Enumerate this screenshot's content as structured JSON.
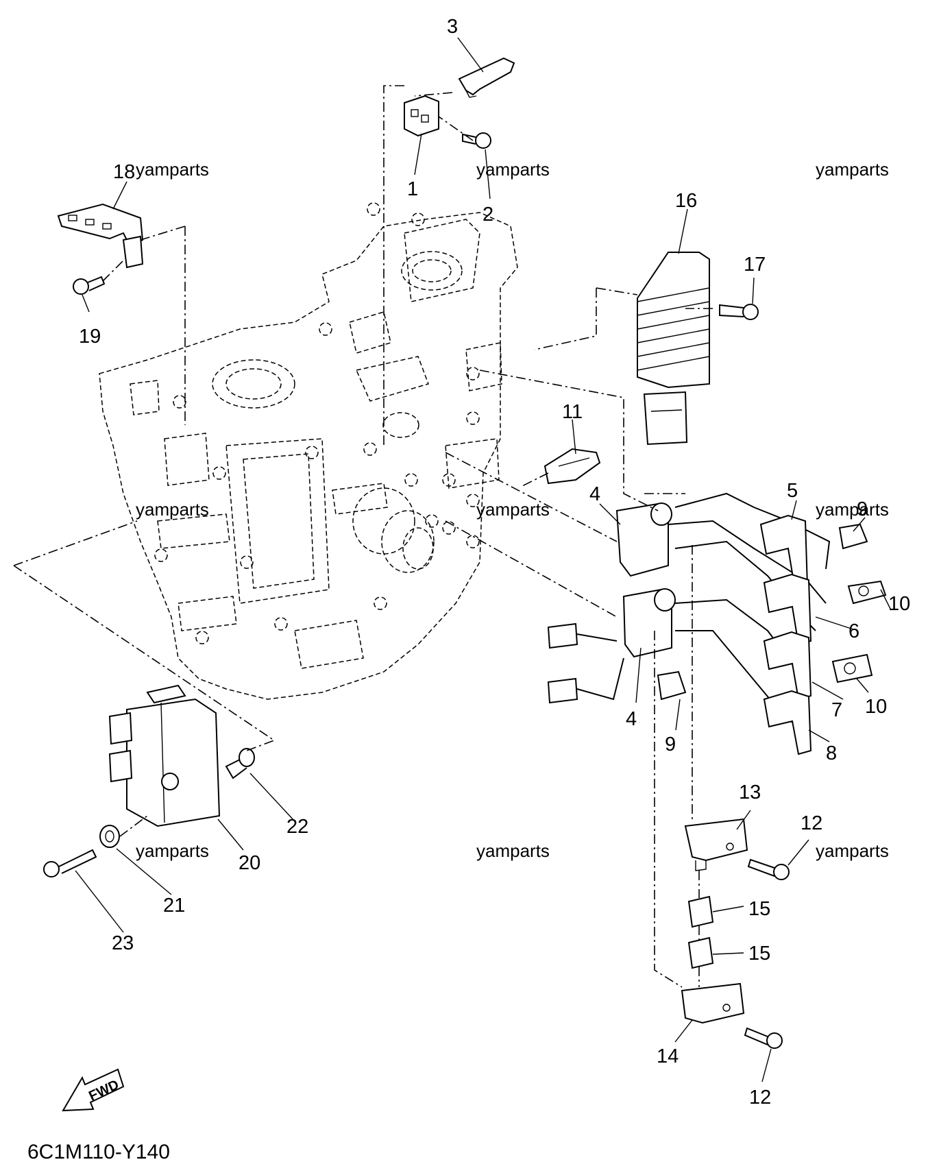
{
  "diagram": {
    "code": "6C1M110-Y140",
    "fwd_label": "FWD",
    "watermark": "yamparts",
    "callouts": [
      {
        "id": "1",
        "label": "1"
      },
      {
        "id": "2",
        "label": "2"
      },
      {
        "id": "3",
        "label": "3"
      },
      {
        "id": "4a",
        "label": "4"
      },
      {
        "id": "4b",
        "label": "4"
      },
      {
        "id": "5",
        "label": "5"
      },
      {
        "id": "6",
        "label": "6"
      },
      {
        "id": "7",
        "label": "7"
      },
      {
        "id": "8",
        "label": "8"
      },
      {
        "id": "9a",
        "label": "9"
      },
      {
        "id": "9b",
        "label": "9"
      },
      {
        "id": "10a",
        "label": "10"
      },
      {
        "id": "10b",
        "label": "10"
      },
      {
        "id": "11",
        "label": "11"
      },
      {
        "id": "12a",
        "label": "12"
      },
      {
        "id": "12b",
        "label": "12"
      },
      {
        "id": "13",
        "label": "13"
      },
      {
        "id": "14",
        "label": "14"
      },
      {
        "id": "15a",
        "label": "15"
      },
      {
        "id": "15b",
        "label": "15"
      },
      {
        "id": "16",
        "label": "16"
      },
      {
        "id": "17",
        "label": "17"
      },
      {
        "id": "18",
        "label": "18"
      },
      {
        "id": "19",
        "label": "19"
      },
      {
        "id": "20",
        "label": "20"
      },
      {
        "id": "21",
        "label": "21"
      },
      {
        "id": "22",
        "label": "22"
      },
      {
        "id": "23",
        "label": "23"
      }
    ]
  }
}
